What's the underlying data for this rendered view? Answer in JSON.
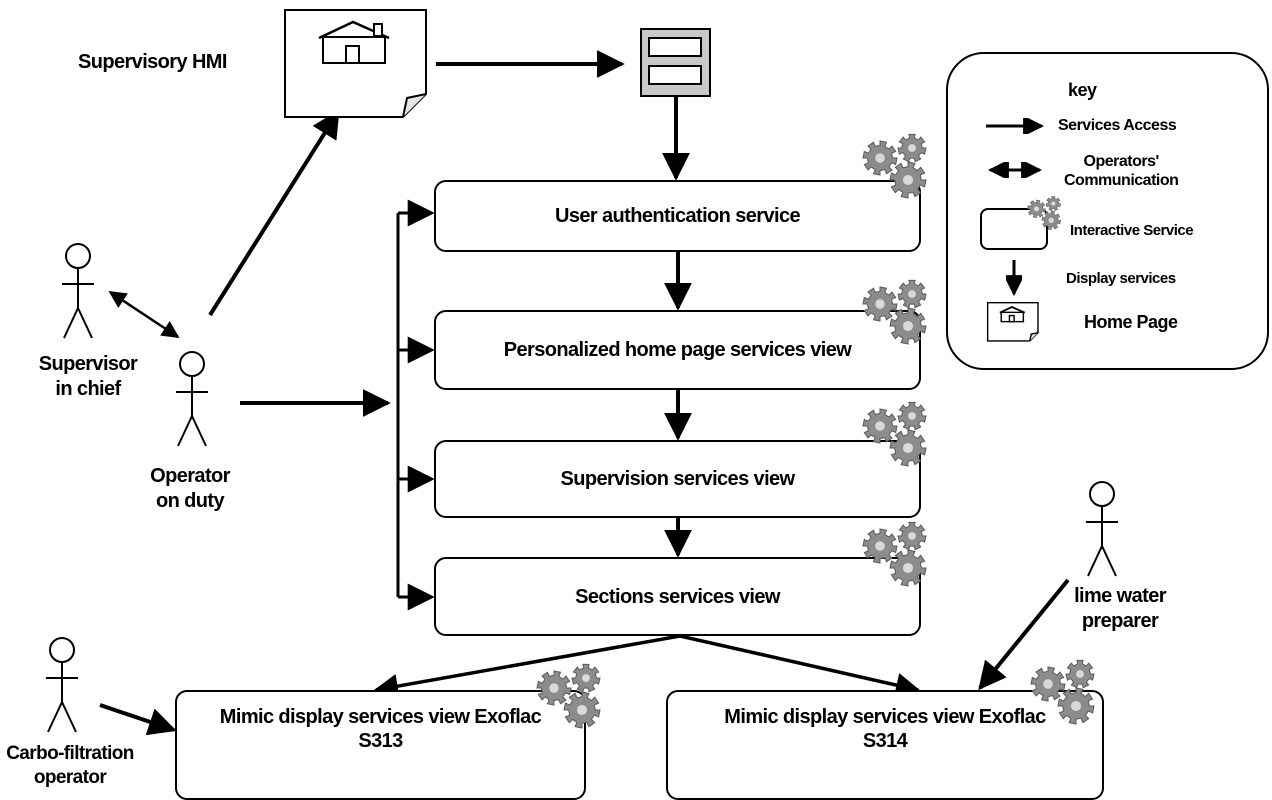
{
  "diagram": {
    "supervisory_hmi": "Supervisory HMI",
    "actors": {
      "supervisor": "Supervisor\nin chief",
      "operator": "Operator\non duty",
      "carbo": "Carbo-filtration\noperator",
      "lime": "lime water\npreparer"
    },
    "services": {
      "auth": "User authentication service",
      "home": "Personalized home page services view",
      "supervision": "Supervision services view",
      "sections": "Sections services view",
      "mimic_s313": "Mimic display services view Exoflac\nS313",
      "mimic_s314": "Mimic display services view Exoflac\nS314"
    }
  },
  "key": {
    "title": "key",
    "services_access": "Services Access",
    "operators_communication": "Operators'\nCommunication",
    "interactive_service": "Interactive Service",
    "display_services": "Display services",
    "home_page": "Home Page"
  },
  "icons": [
    "home-page-icon",
    "display-screen-icon",
    "gear-icon",
    "actor-icon"
  ]
}
